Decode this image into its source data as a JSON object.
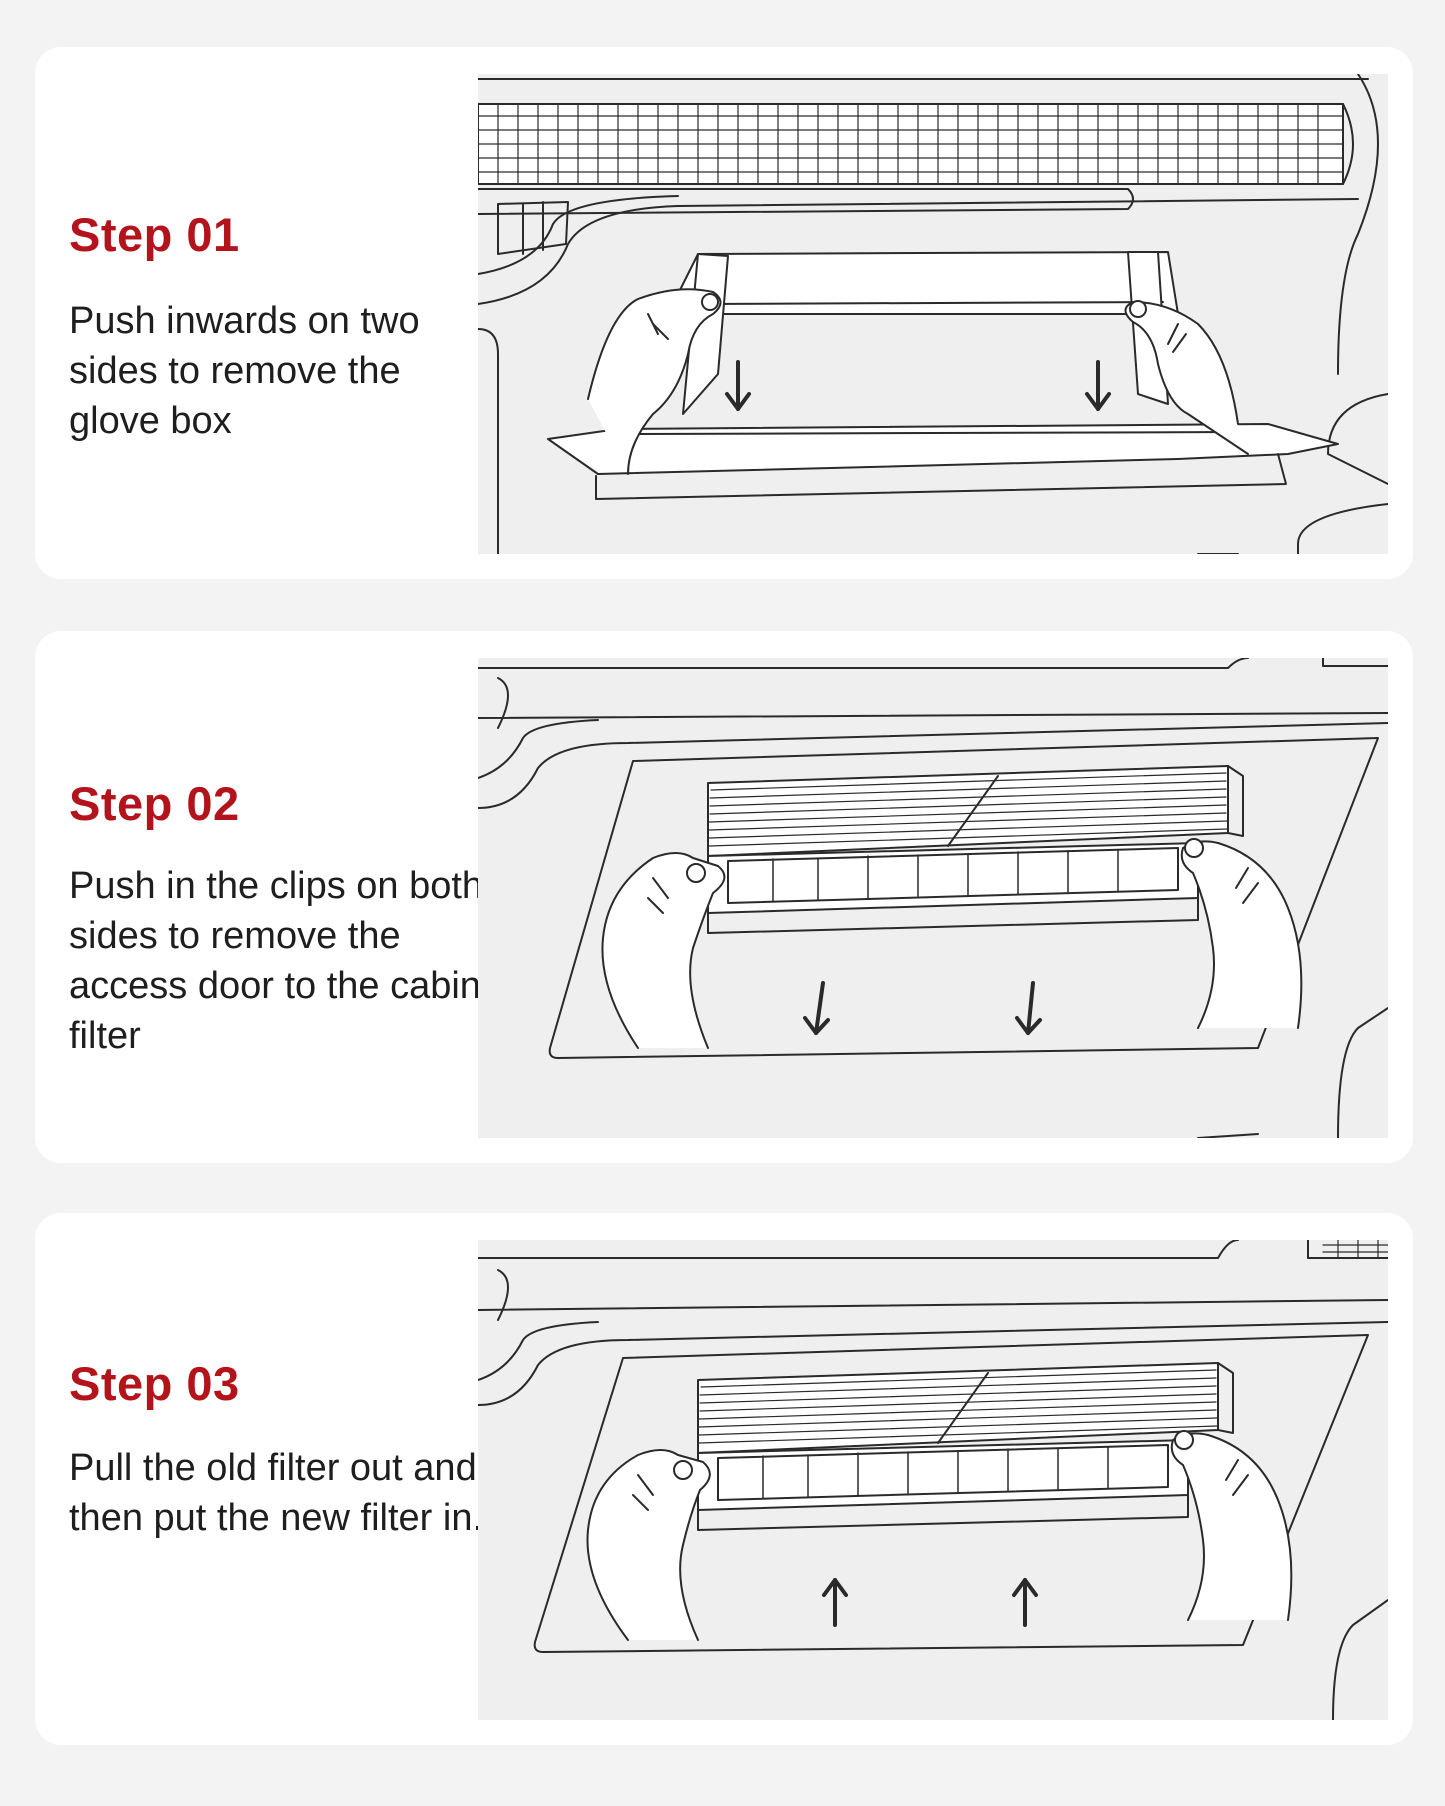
{
  "steps": [
    {
      "title": "Step 01",
      "description": "Push inwards on two sides to remove the glove box"
    },
    {
      "title": "Step 02",
      "description": "Push in the clips on both sides to remove the access door to the cabin filter"
    },
    {
      "title": "Step 03",
      "description": "Pull the old filter out and then put the new filter in."
    }
  ],
  "colors": {
    "page_background": "#f3f3f3",
    "card_background": "#ffffff",
    "step_title": "#b3141b",
    "body_text": "#1e1e1e",
    "illustration_background": "#efefef",
    "line_art": "#2a2a2a"
  },
  "illustrations": [
    "glove-box-removal-illustration",
    "access-door-removal-illustration",
    "filter-replacement-illustration"
  ]
}
